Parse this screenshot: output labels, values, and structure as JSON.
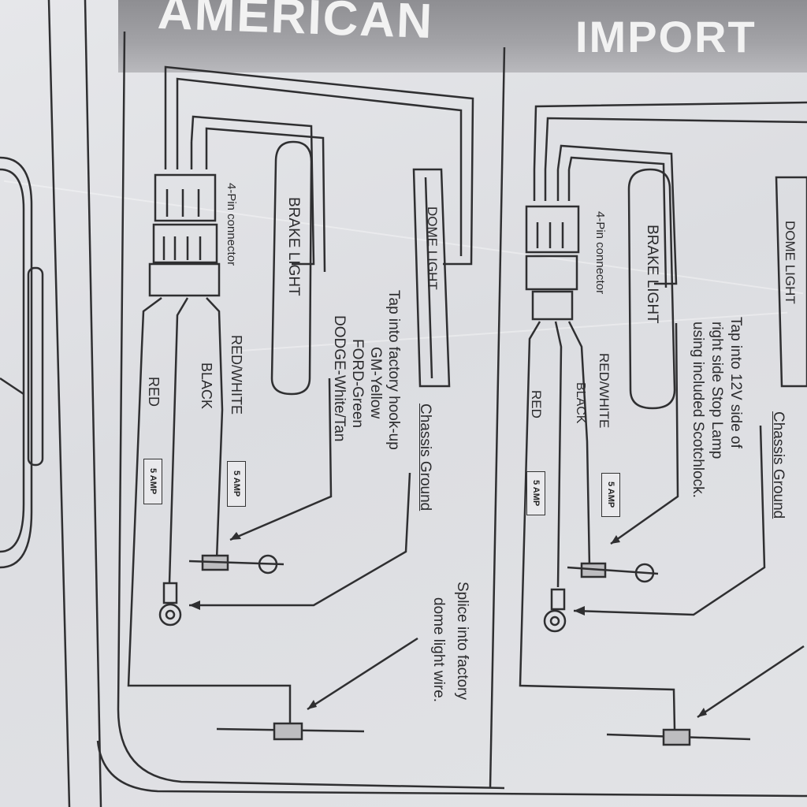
{
  "header": {
    "left_title": "AMERICAN",
    "right_title": "IMPORT"
  },
  "american": {
    "connector_label": "4-Pin connector",
    "brake_light": "BRAKE LIGHT",
    "dome_light": "DOME LIGHT",
    "wire_red_white": "RED/WHITE",
    "wire_black": "BLACK",
    "wire_red": "RED",
    "fuse_1": "5 AMP",
    "fuse_2": "5 AMP",
    "chassis_ground": "Chassis Ground",
    "tap_lines": [
      "Tap into factory hook-up",
      "GM-Yellow",
      "FORD-Green",
      "DODGE-White/Tan"
    ],
    "splice_lines": [
      "Splice into factory",
      "dome light wire."
    ]
  },
  "import": {
    "connector_label": "4-Pin connector",
    "brake_light": "BRAKE LIGHT",
    "dome_light": "DOME LIGHT",
    "wire_red_white": "RED/WHITE",
    "wire_black": "BLACK",
    "wire_red": "RED",
    "fuse_1": "5 AMP",
    "fuse_2": "5 AMP",
    "chassis_ground": "Chassis Ground",
    "tap_lines": [
      "Tap into 12V side of",
      "right side Stop Lamp",
      "using included Scotchlock."
    ]
  }
}
